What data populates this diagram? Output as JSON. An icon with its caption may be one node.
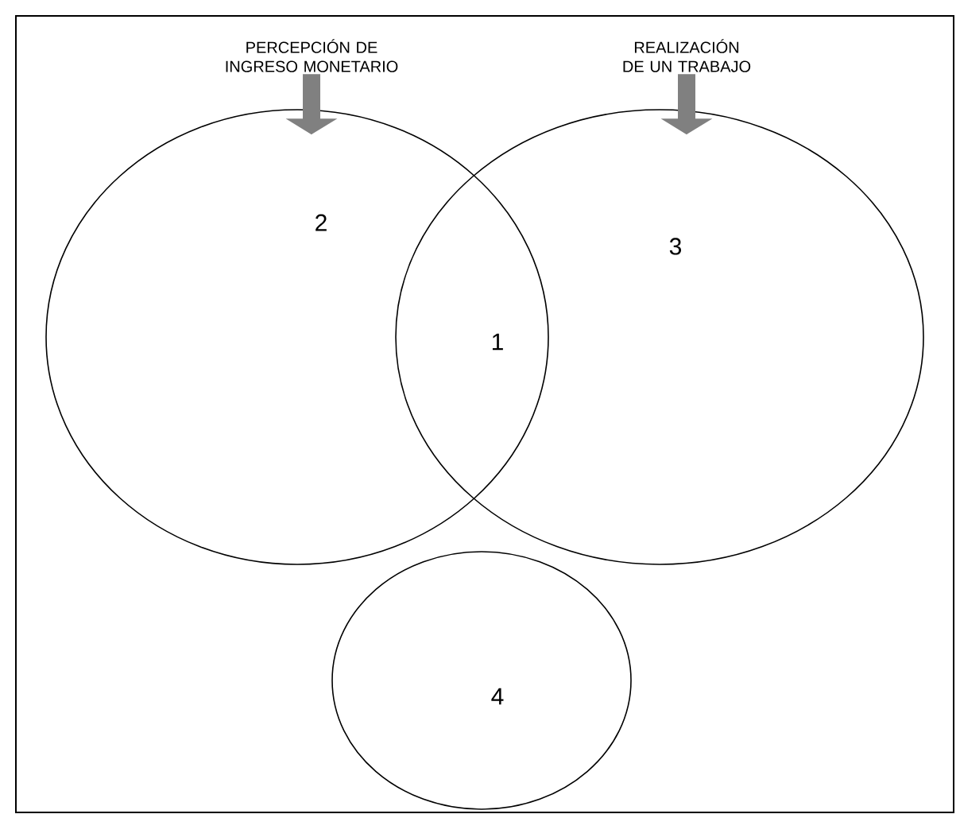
{
  "diagram": {
    "nodes": [
      {
        "text": [
          "PERCEPCIÓN DE INGRESO MONETARIO"
        ]
      },
      {
        "text": [
          "REALIZACIÓN DE UN TRABAJO"
        ]
      },
      {
        "text": [
          "2"
        ]
      },
      {
        "text": [
          "3"
        ]
      },
      {
        "text": [
          "4"
        ]
      }
    ],
    "edges": [
      {
        "from": 0,
        "to": 2,
        "arrow": "to"
      },
      {
        "from": 1,
        "to": 3,
        "arrow": "to"
      }
    ],
    "labels": [
      "1"
    ]
  }
}
